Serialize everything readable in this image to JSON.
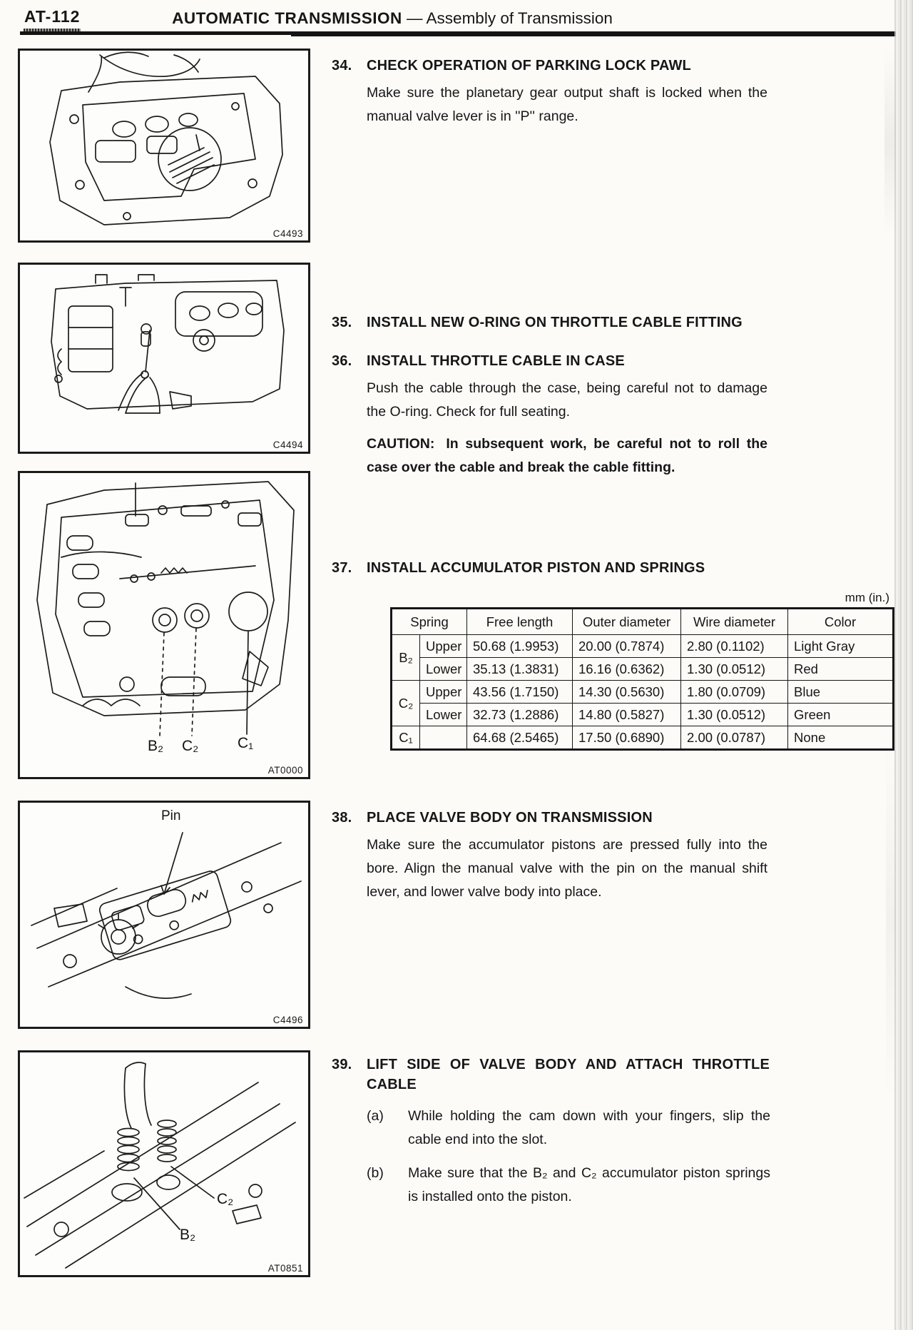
{
  "header": {
    "page_code": "AT-112",
    "title_bold": "AUTOMATIC TRANSMISSION",
    "title_dash": "—",
    "title_rest": "Assembly of Transmission"
  },
  "sections": {
    "s34": {
      "num": "34.",
      "title": "CHECK OPERATION OF PARKING LOCK PAWL",
      "body": "Make sure the planetary gear output shaft is locked when the manual valve lever is in ''P'' range."
    },
    "s35": {
      "num": "35.",
      "title": "INSTALL NEW O-RING ON THROTTLE CABLE FITTING"
    },
    "s36": {
      "num": "36.",
      "title": "INSTALL THROTTLE CABLE IN CASE",
      "body": "Push the cable through the case, being careful not to damage the O-ring. Check for full seating.",
      "caution_label": "CAUTION:",
      "caution": "In subsequent work, be careful not to roll the case over the cable and break the cable fitting."
    },
    "s37": {
      "num": "37.",
      "title": "INSTALL ACCUMULATOR PISTON AND SPRINGS",
      "units": "mm (in.)"
    },
    "s38": {
      "num": "38.",
      "title": "PLACE VALVE BODY ON TRANSMISSION",
      "body": "Make sure the accumulator pistons are pressed fully into the bore. Align the manual valve with the pin on the manual shift lever, and lower valve body into place."
    },
    "s39": {
      "num": "39.",
      "title": "LIFT SIDE OF VALVE BODY AND ATTACH THROTTLE CABLE",
      "items": [
        {
          "label": "(a)",
          "text": "While holding the cam down with your fingers, slip the cable end into the slot."
        },
        {
          "label": "(b)",
          "text": "Make sure that the B₂ and C₂ accumulator piston springs is installed onto the piston."
        }
      ]
    }
  },
  "spring_table": {
    "headers": [
      "Spring",
      "Free length",
      "Outer diameter",
      "Wire diameter",
      "Color"
    ],
    "rows": [
      {
        "group": "B₂",
        "sub": "Upper",
        "free_length": "50.68 (1.9953)",
        "outer_diameter": "20.00 (0.7874)",
        "wire_diameter": "2.80 (0.1102)",
        "color": "Light Gray"
      },
      {
        "group": "",
        "sub": "Lower",
        "free_length": "35.13 (1.3831)",
        "outer_diameter": "16.16 (0.6362)",
        "wire_diameter": "1.30 (0.0512)",
        "color": "Red"
      },
      {
        "group": "C₂",
        "sub": "Upper",
        "free_length": "43.56 (1.7150)",
        "outer_diameter": "14.30 (0.5630)",
        "wire_diameter": "1.80 (0.0709)",
        "color": "Blue"
      },
      {
        "group": "",
        "sub": "Lower",
        "free_length": "32.73 (1.2886)",
        "outer_diameter": "14.80 (0.5827)",
        "wire_diameter": "1.30 (0.0512)",
        "color": "Green"
      },
      {
        "group": "C₁",
        "sub": "",
        "free_length": "64.68 (2.5465)",
        "outer_diameter": "17.50 (0.6890)",
        "wire_diameter": "2.00 (0.0787)",
        "color": "None"
      }
    ]
  },
  "figures": {
    "fig1": {
      "code": "C4493"
    },
    "fig2": {
      "code": "C4494"
    },
    "fig3": {
      "code": "AT0000",
      "label_b2": "B₂",
      "label_c2": "C₂",
      "label_c1": "C₁"
    },
    "fig4": {
      "code": "C4496",
      "label_pin": "Pin"
    },
    "fig5": {
      "code": "AT0851",
      "label_b2": "B₂",
      "label_c2": "C₂"
    }
  }
}
